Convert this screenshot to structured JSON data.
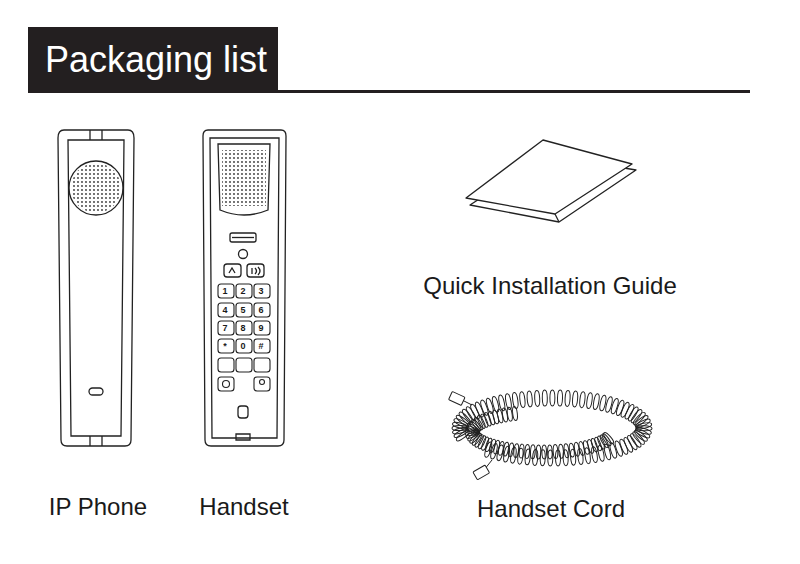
{
  "diagram": {
    "title": "Packaging list",
    "labels": [
      "IP Phone",
      "Handset",
      "Quick Installation Guide",
      "Handset Cord",
      "1",
      "2",
      "3",
      "4",
      "5",
      "6",
      "7",
      "8",
      "9",
      "*",
      "0",
      "#"
    ]
  }
}
